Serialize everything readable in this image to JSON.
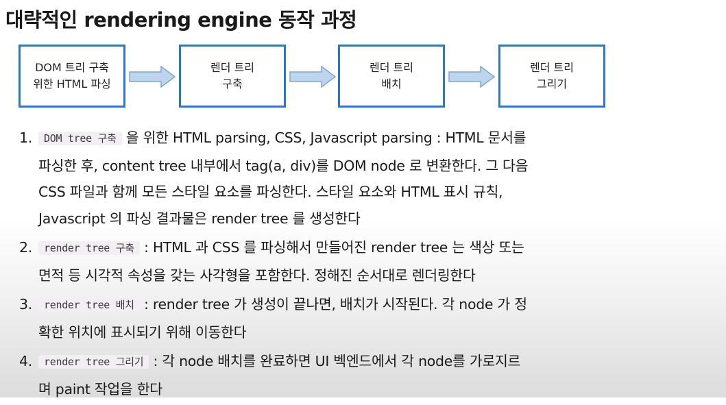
{
  "title": "대략적인 rendering engine 동작 과정",
  "flow": [
    {
      "line1": "DOM 트리 구축",
      "line2": "위한 HTML 파싱"
    },
    {
      "line1": "렌더 트리",
      "line2": "구축"
    },
    {
      "line1": "렌더 트리",
      "line2": "배치"
    },
    {
      "line1": "렌더 트리",
      "line2": "그리기"
    }
  ],
  "steps": [
    {
      "num": "1.",
      "code": "DOM tree 구축",
      "lines": [
        " 을 위한 HTML parsing, CSS, Javascript parsing : HTML 문서를",
        "파싱한 후, content tree 내부에서 tag(a, div)를 DOM node 로 변환한다. 그 다음",
        "CSS 파일과 함께 모든 스타일 요소를 파싱한다. 스타일 요소와 HTML 표시 규칙,",
        "Javascript 의 파싱 결과물은 render tree 를 생성한다"
      ]
    },
    {
      "num": "2.",
      "code": "render tree 구축",
      "lines": [
        " : HTML 과 CSS 를 파싱해서 만들어진 render tree 는 색상 또는",
        "면적 등 시각적 속성을 갖는 사각형을 포함한다. 정해진 순서대로 렌더링한다"
      ]
    },
    {
      "num": "3.",
      "code": "render tree 배치",
      "lines": [
        " : render tree 가 생성이 끝나면, 배치가 시작된다. 각 node 가 정",
        "확한 위치에 표시되기 위해 이동한다"
      ]
    },
    {
      "num": "4.",
      "code": "render tree 그리기",
      "lines": [
        " : 각 node 배치를 완료하면 UI 벡엔드에서 각 node를 가로지르",
        "며 paint 작업을 한다"
      ]
    }
  ],
  "colors": {
    "box_border": "#2a78c8",
    "arrow_fill": "#bcd4ec",
    "arrow_stroke": "#7ea6d2",
    "code_bg": "#f3eef3"
  },
  "icons": {
    "flow_arrow": "right-arrow-icon"
  }
}
